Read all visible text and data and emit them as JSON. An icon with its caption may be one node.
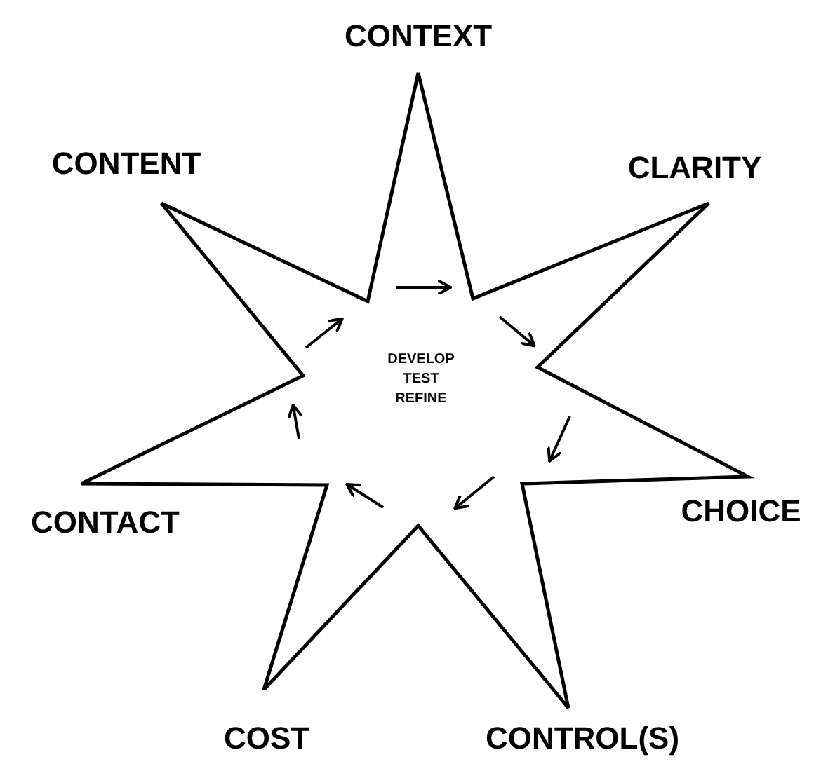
{
  "diagram": {
    "nodes": [
      {
        "text": [
          "DEVELOP TEST REFINE"
        ]
      }
    ],
    "labels": [
      "CONTEXT",
      "CONTENT",
      "CLARITY",
      "CONTACT",
      "CHOICE",
      "COST",
      "CONTROL(S)"
    ]
  }
}
